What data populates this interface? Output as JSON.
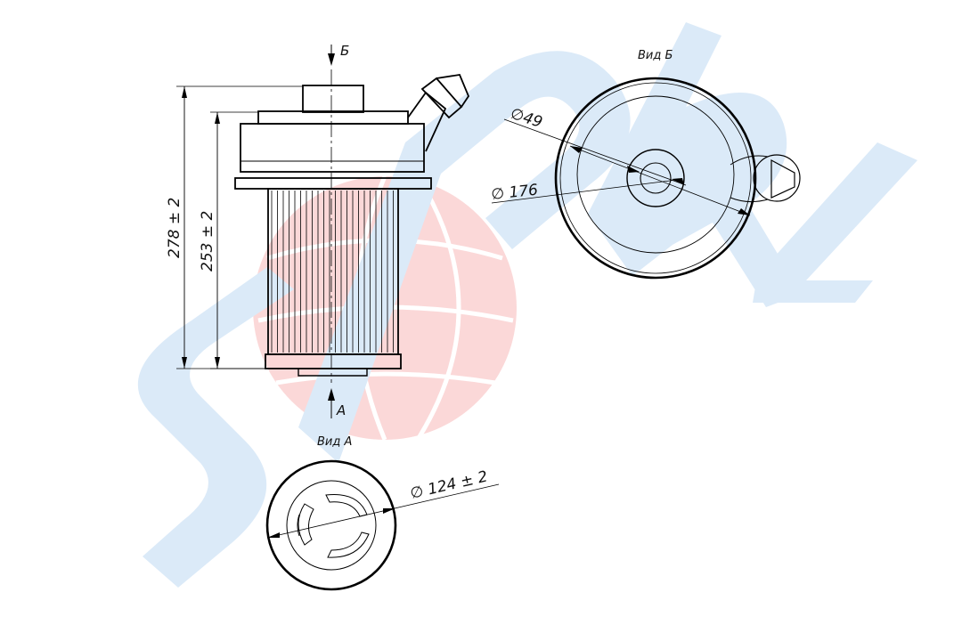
{
  "watermark": {
    "text": "SPRL",
    "letters": [
      "S",
      "P",
      "R",
      "L"
    ],
    "blue": "#dbeaf8",
    "red": "#fbd6d6"
  },
  "labels": {
    "section_b": "Б",
    "section_a": "А",
    "view_b": "Вид Б",
    "view_a": "Вид А"
  },
  "dimensions": {
    "total_height": "278 ± 2",
    "body_height": "253 ± 2",
    "outer_diameter": "∅ 176",
    "inner_diameter": "∅49",
    "bottom_diameter": "∅ 124 ± 2"
  },
  "colors": {
    "line": "#000000",
    "background": "#ffffff"
  }
}
